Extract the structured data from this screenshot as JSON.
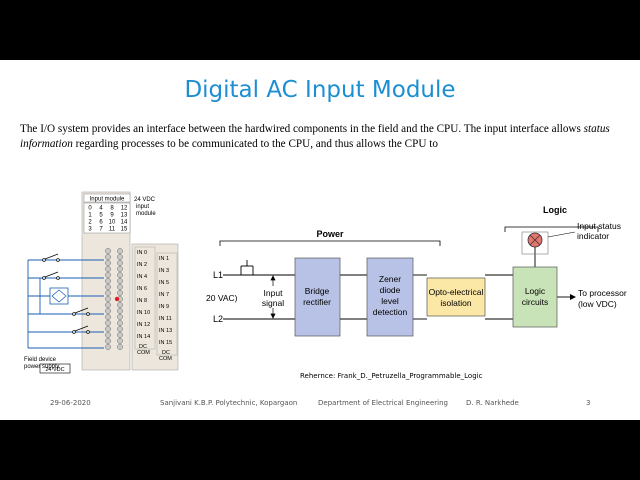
{
  "slide": {
    "title": "Digital AC Input Module",
    "body_part1": "The I/O system provides an interface between the hardwired components in the field and the CPU. The input interface allows ",
    "body_emph": "status information",
    "body_part2": " regarding processes to be communicated to the CPU, and thus allows the CPU to"
  },
  "left_figure": {
    "module_header": "Input module",
    "grid": [
      [
        "0",
        "4",
        "8",
        "12"
      ],
      [
        "1",
        "5",
        "9",
        "13"
      ],
      [
        "2",
        "6",
        "10",
        "14"
      ],
      [
        "3",
        "7",
        "11",
        "15"
      ]
    ],
    "side_label_1": "24 VDC",
    "side_label_2": "input",
    "side_label_3": "module",
    "inputs": [
      "IN 0",
      "IN 1",
      "IN 2",
      "IN 3",
      "IN 4",
      "IN 5",
      "IN 6",
      "IN 7",
      "IN 8",
      "IN 9",
      "IN 10",
      "IN 11",
      "IN 12",
      "IN 13",
      "IN 14",
      "IN 15"
    ],
    "dc_com": "DC",
    "dc_com2": "COM",
    "supply_label": "24 VDC",
    "supply_caption_1": "Field device",
    "supply_caption_2": "power supply"
  },
  "block_diagram": {
    "power_label": "Power",
    "logic_label": "Logic",
    "l1": "L1",
    "l2": "L2",
    "vac": "20 VAC)",
    "input_signal_1": "Input",
    "input_signal_2": "signal",
    "bridge_1": "Bridge",
    "bridge_2": "rectifier",
    "zener_1": "Zener",
    "zener_2": "diode",
    "zener_3": "level",
    "zener_4": "detection",
    "opto_1": "Opto-electrical",
    "opto_2": "isolation",
    "logic_1": "Logic",
    "logic_2": "circuits",
    "indicator_1": "Input status",
    "indicator_2": "indicator",
    "processor_1": "To processor",
    "processor_2": "(low VDC)"
  },
  "reference": "Rehernce: Frank_D._Petruzella_Programmable_Logic",
  "footer": {
    "date": "29-06-2020",
    "institute": "Sanjivani K.B.P. Polytechnic, Kopargaon",
    "department": "Department of Electrical Engineering",
    "author": "D. R. Narkhede",
    "page": "3"
  },
  "colors": {
    "title": "#1c8fd2",
    "block_fill": "#b8c2e6",
    "opto_fill": "#fbe7a6",
    "logic_fill": "#c8e3b8",
    "lamp": "#e5736e"
  }
}
